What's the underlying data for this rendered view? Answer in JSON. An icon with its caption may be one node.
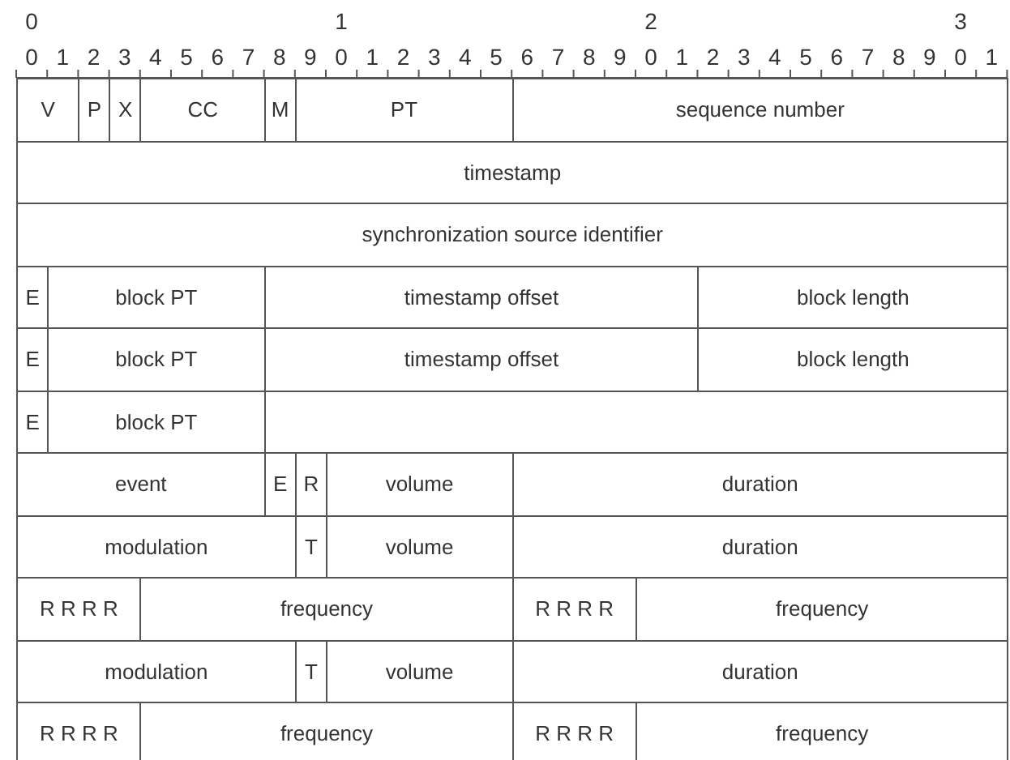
{
  "diagram": {
    "labels": [
      "0",
      "1",
      "2",
      "3",
      "0",
      "1",
      "2",
      "3",
      "4",
      "5",
      "6",
      "7",
      "8",
      "9",
      "0",
      "1",
      "2",
      "3",
      "4",
      "5",
      "6",
      "7",
      "8",
      "9",
      "0",
      "1",
      "2",
      "3",
      "4",
      "5",
      "6",
      "7",
      "8",
      "9",
      "0",
      "1",
      "V",
      "P",
      "X",
      "CC",
      "M",
      "PT",
      "sequence number",
      "timestamp",
      "synchronization source identifier",
      "E",
      "block PT",
      "timestamp offset",
      "block length",
      "E",
      "block PT",
      "timestamp offset",
      "block length",
      "E",
      "block PT",
      "event",
      "E",
      "R",
      "volume",
      "duration",
      "modulation",
      "T",
      "volume",
      "duration",
      "R R R R",
      "frequency",
      "R R R R",
      "frequency",
      "modulation",
      "T",
      "volume",
      "duration",
      "R R R R",
      "frequency",
      "R R R R",
      "frequency"
    ]
  }
}
